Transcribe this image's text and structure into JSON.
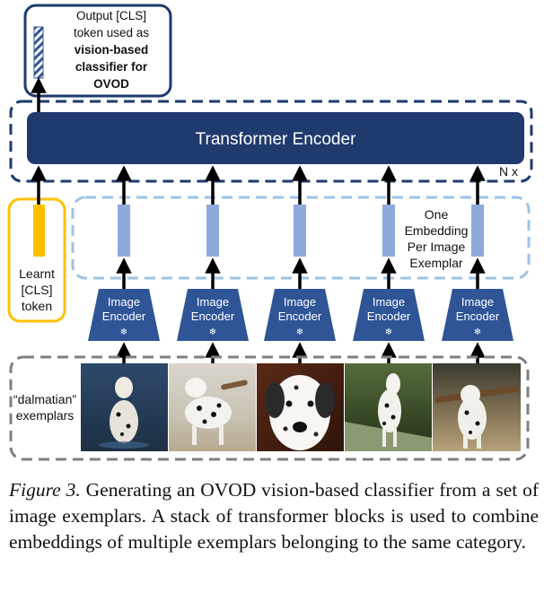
{
  "output_token": {
    "line1": "Output [CLS]",
    "line2": "token used as",
    "line3": "vision-based",
    "line4": "classifier for",
    "line5": "OVOD"
  },
  "transformer": {
    "label": "Transformer Encoder",
    "repeat_label": "N x"
  },
  "embedding_note": {
    "line1": "One",
    "line2": "Embedding",
    "line3": "Per Image",
    "line4": "Exemplar"
  },
  "cls_token": {
    "line1": "Learnt",
    "line2": "[CLS]",
    "line3": "token"
  },
  "image_encoder": {
    "line1": "Image",
    "line2": "Encoder",
    "frozen_symbol": "❄"
  },
  "exemplars": {
    "line1": "“dalmatian”",
    "line2": "exemplars"
  },
  "colors": {
    "navy": "#1f3b6e",
    "encoder_blue": "#2f5597",
    "embed_blue": "#8eaadb",
    "cls_yellow": "#ffc000",
    "dashed_light": "#9dc3e6",
    "dashed_gray": "#7f7f7f"
  },
  "caption": {
    "label": "Figure 3.",
    "text": "Generating an OVOD vision-based classifier from a set of image exemplars. A stack of transformer blocks is used to combine embeddings of multiple exemplars belonging to the same category."
  }
}
